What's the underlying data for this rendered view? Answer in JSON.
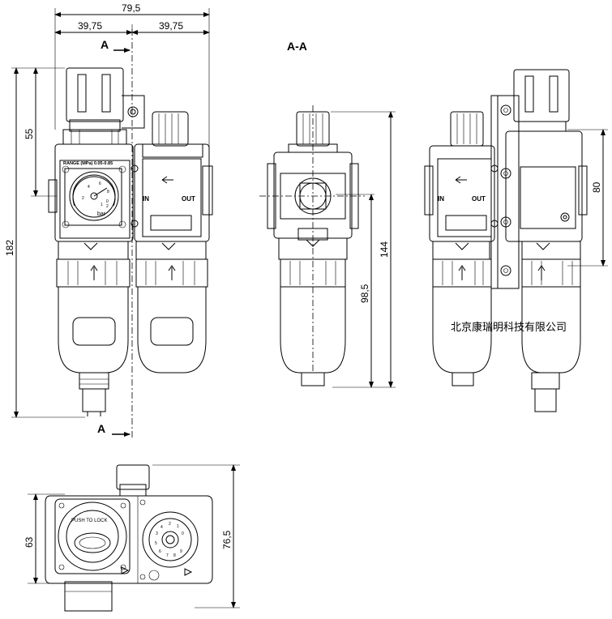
{
  "dimensions": {
    "overall_width": "79,5",
    "half_left": "39,75",
    "half_right": "39,75",
    "height_total": "182",
    "height_upper": "55",
    "height_144": "144",
    "height_98": "98,5",
    "height_80": "80",
    "depth_63": "63",
    "depth_76": "76,5"
  },
  "section": {
    "marker_top": "A",
    "marker_bottom": "A",
    "view_title": "A-A"
  },
  "labels": {
    "range": "RANGE (MPa) 0.05-0.85",
    "bar": "bar",
    "in": "IN",
    "out": "OUT",
    "in_right": "IN",
    "out_right": "OUT",
    "push_to_lock": "PUSH TO LOCK"
  },
  "company": "北京康瑞明科技有限公司"
}
